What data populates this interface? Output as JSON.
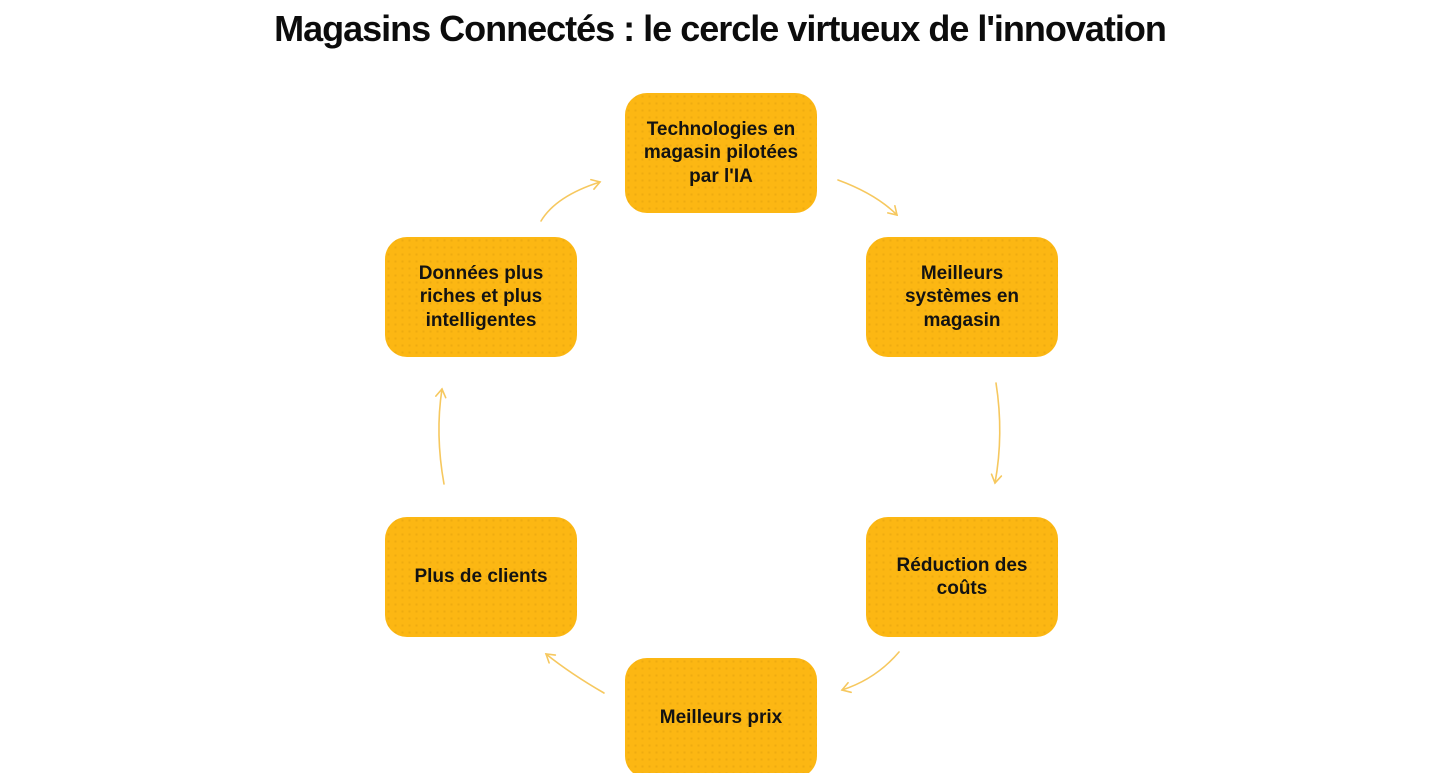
{
  "title": "Magasins Connectés : le cercle virtueux de l'innovation",
  "diagram": {
    "type": "cycle-diagram",
    "direction": "clockwise",
    "colors": {
      "node_fill": "#FCB713",
      "node_text": "#131313",
      "arrow": "#F6C85F",
      "title_text": "#0C0C0C",
      "background": "#FFFFFF"
    },
    "nodes": [
      {
        "id": "ai-tech",
        "label": "Technologies en magasin pilotées par l'IA",
        "position": "top"
      },
      {
        "id": "store-systems",
        "label": "Meilleurs systèmes en magasin",
        "position": "upper-right"
      },
      {
        "id": "cost-reduction",
        "label": "Réduction des coûts",
        "position": "lower-right"
      },
      {
        "id": "better-prices",
        "label": "Meilleurs prix",
        "position": "bottom"
      },
      {
        "id": "more-clients",
        "label": "Plus de clients",
        "position": "lower-left"
      },
      {
        "id": "richer-data",
        "label": "Données plus riches et plus intelligentes",
        "position": "upper-left"
      }
    ],
    "edges": [
      {
        "from": "ai-tech",
        "to": "store-systems"
      },
      {
        "from": "store-systems",
        "to": "cost-reduction"
      },
      {
        "from": "cost-reduction",
        "to": "better-prices"
      },
      {
        "from": "better-prices",
        "to": "more-clients"
      },
      {
        "from": "more-clients",
        "to": "richer-data"
      },
      {
        "from": "richer-data",
        "to": "ai-tech"
      }
    ]
  }
}
